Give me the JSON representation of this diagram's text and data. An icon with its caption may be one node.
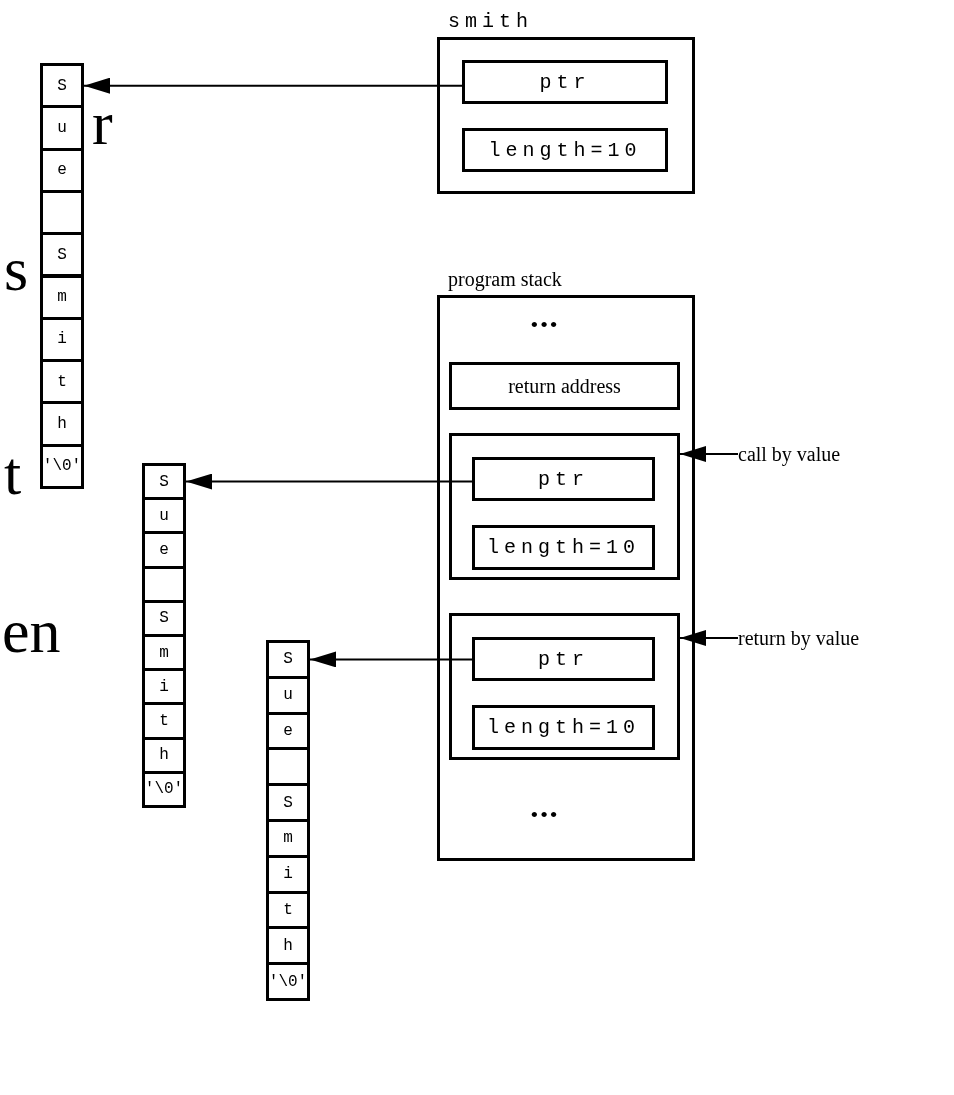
{
  "diagram": {
    "nodes": [
      {
        "text": [
          "smith"
        ]
      },
      {
        "text": [
          "ptr"
        ],
        "in": 0
      },
      {
        "text": [
          "length=10"
        ],
        "in": 0
      },
      {
        "text": [
          "S"
        ]
      },
      {
        "text": [
          "u"
        ]
      },
      {
        "text": [
          "e"
        ]
      },
      {
        "text": [],
        "shape": "box"
      },
      {
        "text": [
          "S"
        ]
      },
      {
        "text": [
          "m"
        ]
      },
      {
        "text": [
          "i"
        ]
      },
      {
        "text": [
          "t"
        ]
      },
      {
        "text": [
          "h"
        ]
      },
      {
        "text": [
          "'\\0'"
        ]
      },
      {
        "text": [
          "program stack"
        ]
      },
      {
        "text": [
          "•••"
        ],
        "in": 13
      },
      {
        "text": [
          "return address"
        ],
        "in": 13
      },
      {
        "text": [],
        "shape": "box",
        "in": 13
      },
      {
        "text": [
          "ptr"
        ],
        "in": 16
      },
      {
        "text": [
          "length=10"
        ],
        "in": 16
      },
      {
        "text": [],
        "shape": "box",
        "in": 13
      },
      {
        "text": [
          "ptr"
        ],
        "in": 19
      },
      {
        "text": [
          "length=10"
        ],
        "in": 19
      },
      {
        "text": [
          "•••"
        ],
        "in": 13
      },
      {
        "text": [
          "call by value"
        ]
      },
      {
        "text": [
          "return by value"
        ]
      },
      {
        "text": [
          "S"
        ]
      },
      {
        "text": [
          "u"
        ]
      },
      {
        "text": [
          "e"
        ]
      },
      {
        "text": [],
        "shape": "box"
      },
      {
        "text": [
          "S"
        ]
      },
      {
        "text": [
          "m"
        ]
      },
      {
        "text": [
          "i"
        ]
      },
      {
        "text": [
          "t"
        ]
      },
      {
        "text": [
          "h"
        ]
      },
      {
        "text": [
          "'\\0'"
        ]
      },
      {
        "text": [
          "S"
        ]
      },
      {
        "text": [
          "u"
        ]
      },
      {
        "text": [
          "e"
        ]
      },
      {
        "text": [],
        "shape": "box"
      },
      {
        "text": [
          "S"
        ]
      },
      {
        "text": [
          "m"
        ]
      },
      {
        "text": [
          "i"
        ]
      },
      {
        "text": [
          "t"
        ]
      },
      {
        "text": [
          "h"
        ]
      },
      {
        "text": [
          "'\\0'"
        ]
      }
    ],
    "edges": [
      {
        "from": 1,
        "to": 3,
        "arrow": "to"
      },
      {
        "from": 17,
        "to": 25,
        "arrow": "to"
      },
      {
        "from": 20,
        "to": 35,
        "arrow": "to"
      },
      {
        "from": 23,
        "to": 16,
        "arrow": "to"
      },
      {
        "from": 24,
        "to": 19,
        "arrow": "to"
      }
    ],
    "labels": [
      "r",
      "s",
      "t",
      "en"
    ]
  }
}
